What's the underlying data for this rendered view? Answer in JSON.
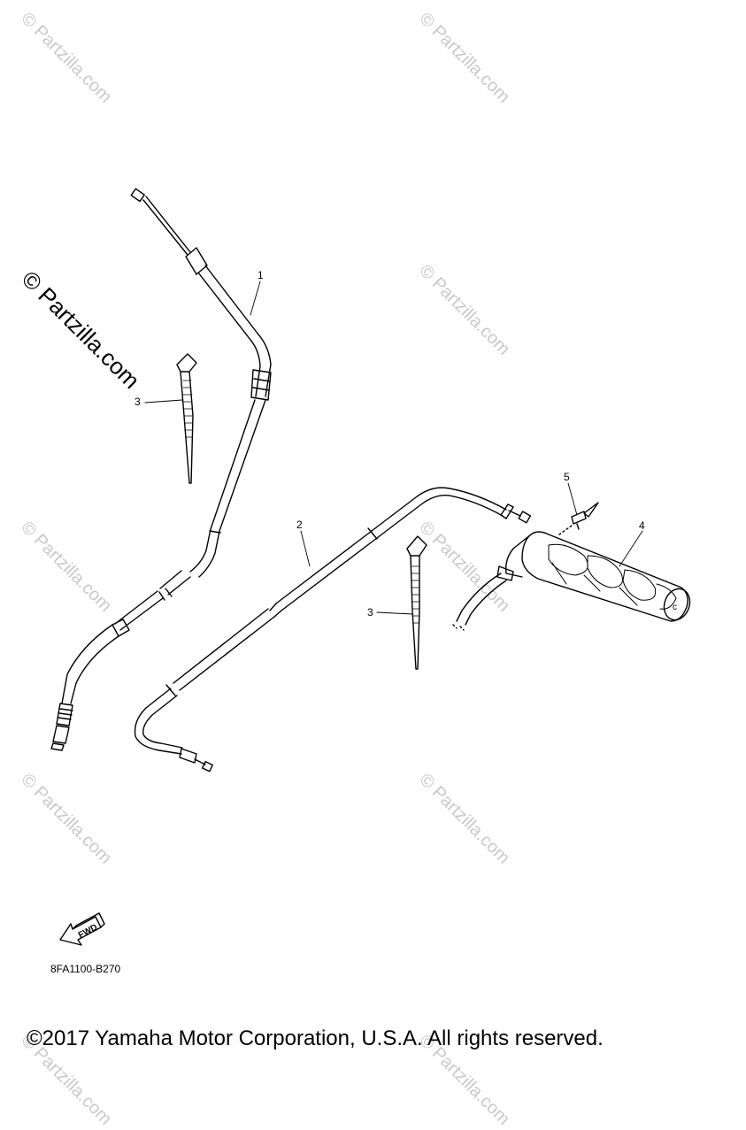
{
  "watermarks": {
    "faint": "© Partzilla.com",
    "prominent": "© Partzilla.com"
  },
  "callouts": [
    {
      "id": "1",
      "part": "cable"
    },
    {
      "id": "2",
      "part": "cable"
    },
    {
      "id": "3",
      "part": "cable tie"
    },
    {
      "id": "3",
      "part": "cable tie"
    },
    {
      "id": "4",
      "part": "grip"
    },
    {
      "id": "5",
      "part": "clip"
    }
  ],
  "fwd_label": "FWD",
  "diagram_code": "8FA1100-B270",
  "copyright": "©2017 Yamaha Motor Corporation, U.S.A. All rights reserved."
}
